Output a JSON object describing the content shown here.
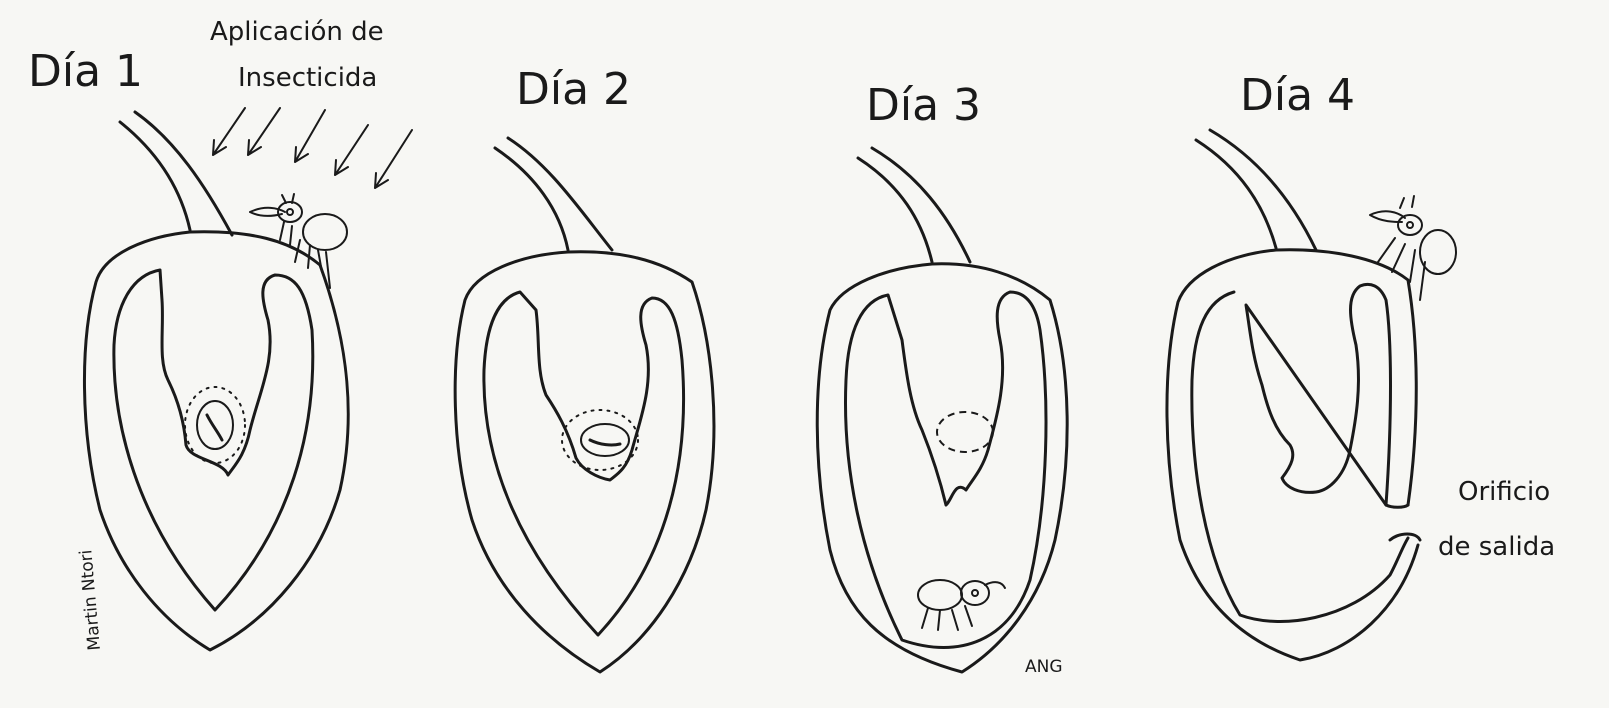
{
  "panels": [
    {
      "title": "Día 1"
    },
    {
      "title": "Día 2"
    },
    {
      "title": "Día 3"
    },
    {
      "title": "Día 4"
    }
  ],
  "annotations": {
    "insecticide_line1": "Aplicación de",
    "insecticide_line2": "Insecticida",
    "exit_hole_line1": "Orificio",
    "exit_hole_line2": "de salida",
    "signature": "Martin Ntori",
    "initials": "ANG"
  }
}
